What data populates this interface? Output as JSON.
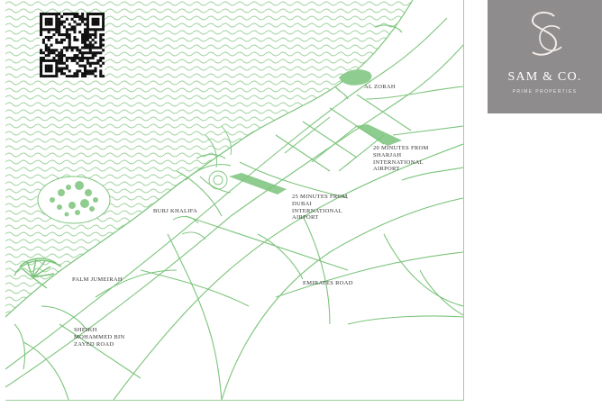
{
  "colors": {
    "road": "#7cc47c",
    "sea_wave": "#9fd39f",
    "land_block": "#8fcc8f",
    "logo_bg": "#8e8c8d"
  },
  "map": {
    "labels": [
      {
        "id": "al-zorah",
        "text": "AL ZORAH"
      },
      {
        "id": "sharjah-airport",
        "text": "20 MINUTES FROM SHARJAH INTERNATIONAL AIRPORT"
      },
      {
        "id": "dubai-airport",
        "text": "25 MINUTES FROM DUBAI INTERNATIONAL AIRPORT"
      },
      {
        "id": "burj-khalifa",
        "text": "BURJ KHALIFA"
      },
      {
        "id": "palm-jumeirah",
        "text": "PALM JUMEIRAH"
      },
      {
        "id": "emirates-road",
        "text": "EMIRATES ROAD"
      },
      {
        "id": "szr",
        "text": "SHEIKH MOHAMMED BIN ZAYED ROAD"
      }
    ]
  },
  "qr": {
    "icon": "qr-code-icon"
  },
  "logo": {
    "name": "SAM & CO.",
    "tagline": "PRIME PROPERTIES",
    "monogram_icon": "sc-monogram-icon"
  }
}
